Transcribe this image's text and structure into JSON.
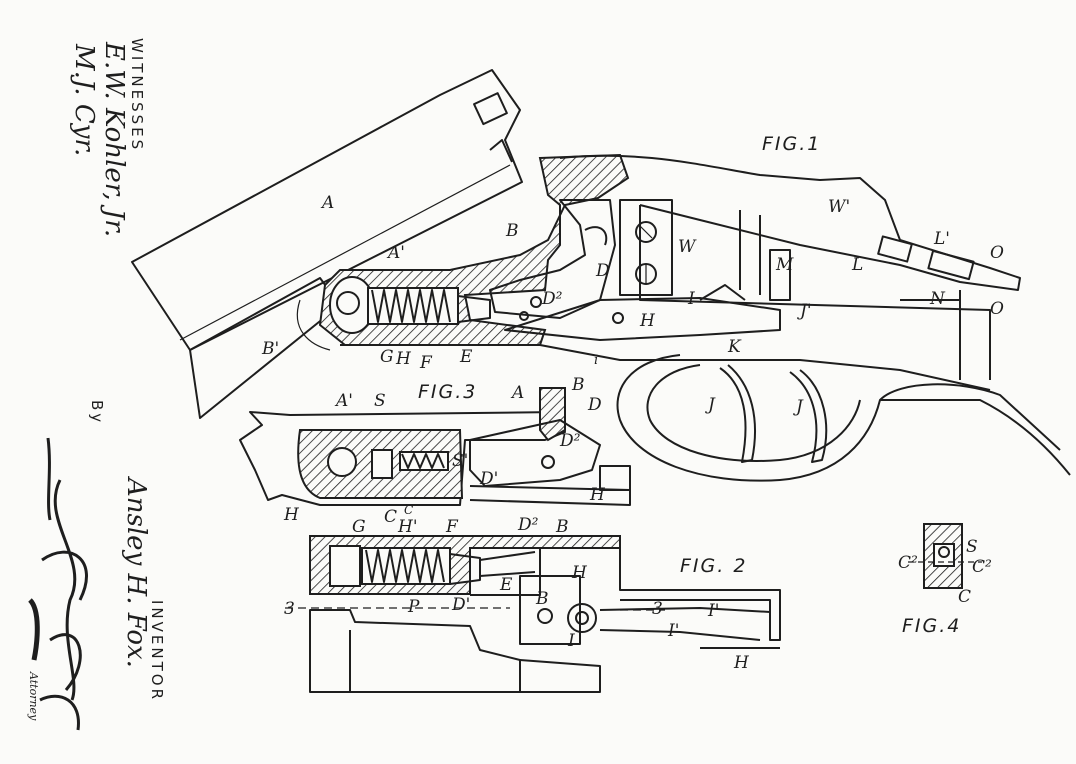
{
  "figures": {
    "fig1": "FIG.1",
    "fig2": "FIG. 2",
    "fig3": "FIG.3",
    "fig4": "FIG.4"
  },
  "margin": {
    "witnesses_heading": "WITNESSES",
    "witness_signatures": [
      "E.W. Kohler, Jr.",
      "M.J. Cyr."
    ],
    "inventor_heading": "INVENTOR",
    "inventor_signature": "Ansley H. Fox.",
    "by_label": "By",
    "attorney_label": "Attorney"
  },
  "labels": {
    "fig1": [
      "A",
      "A'",
      "B",
      "B'",
      "D",
      "D²",
      "W",
      "W'",
      "I",
      "H",
      "K",
      "J",
      "J",
      "J'",
      "M",
      "L",
      "L'",
      "N",
      "O",
      "O",
      "E",
      "F",
      "G",
      "H",
      "i"
    ],
    "fig3": [
      "A'",
      "S",
      "A",
      "B",
      "D",
      "D²",
      "S'",
      "D'",
      "H",
      "C",
      "C",
      "H"
    ],
    "fig2": [
      "G",
      "H'",
      "F",
      "D²",
      "B",
      "E",
      "D'",
      "P",
      "H",
      "I'",
      "I",
      "I'",
      "H",
      "3",
      "3",
      "B"
    ],
    "fig4": [
      "C²",
      "S",
      "C²",
      "C"
    ]
  }
}
